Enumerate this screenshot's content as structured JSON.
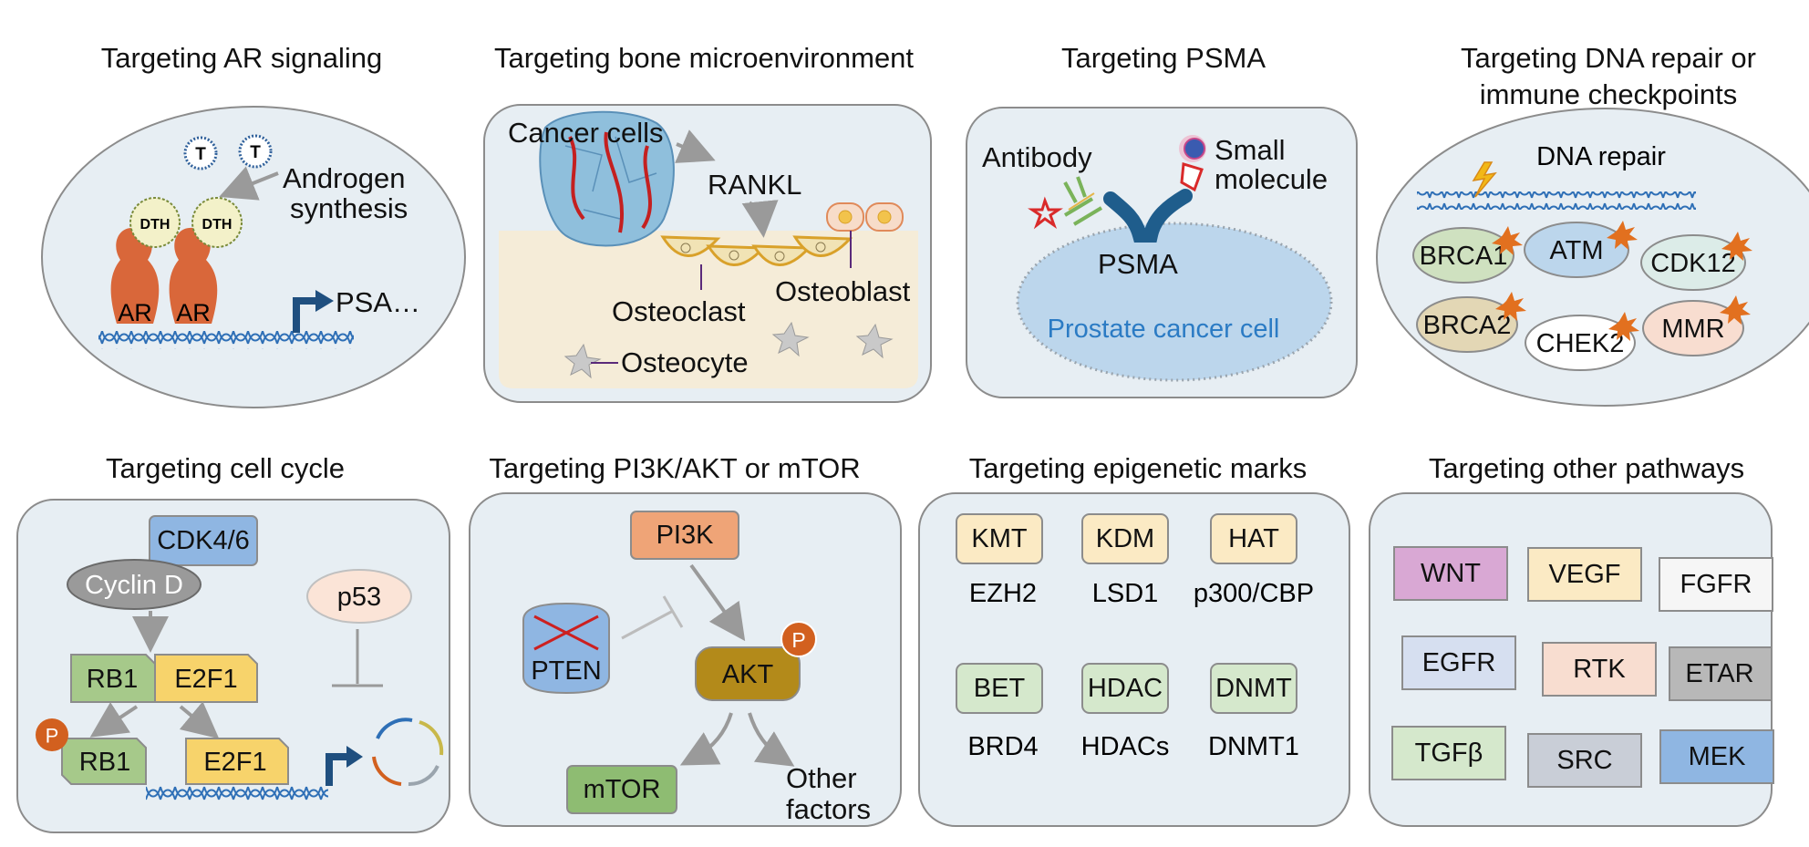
{
  "panels": {
    "ar": {
      "title": "Targeting AR signaling",
      "hormone": "T",
      "dth": "DTH",
      "androgen_line1": "Androgen",
      "androgen_line2": "synthesis",
      "receptor": "AR",
      "gene": "PSA…"
    },
    "bone": {
      "title": "Targeting bone microenvironment",
      "cancer_cells": "Cancer cells",
      "rankl": "RANKL",
      "osteoclast": "Osteoclast",
      "osteoblast": "Osteoblast",
      "osteocyte": "Osteocyte"
    },
    "psma": {
      "title": "Targeting PSMA",
      "antibody": "Antibody",
      "small_line1": "Small",
      "small_line2": "molecule",
      "psma": "PSMA",
      "cell": "Prostate cancer cell"
    },
    "dna": {
      "title_line1": "Targeting DNA repair or",
      "title_line2": "immune checkpoints",
      "subtitle": "DNA repair",
      "genes": [
        "BRCA1",
        "ATM",
        "CDK12",
        "BRCA2",
        "CHEK2",
        "MMR"
      ]
    },
    "cellcycle": {
      "title": "Targeting cell cycle",
      "cdk": "CDK4/6",
      "cyclin": "Cyclin D",
      "p53": "p53",
      "rb1": "RB1",
      "e2f1": "E2F1",
      "phospho": "P"
    },
    "pi3k": {
      "title": "Targeting PI3K/AKT or mTOR",
      "pi3k": "PI3K",
      "pten": "PTEN",
      "akt": "AKT",
      "phospho": "P",
      "mtor": "mTOR",
      "other_line1": "Other",
      "other_line2": "factors"
    },
    "epi": {
      "title": "Targeting epigenetic marks",
      "items": [
        {
          "box": "KMT",
          "label": "EZH2"
        },
        {
          "box": "KDM",
          "label": "LSD1"
        },
        {
          "box": "HAT",
          "label": "p300/CBP"
        },
        {
          "box": "BET",
          "label": "BRD4"
        },
        {
          "box": "HDAC",
          "label": "HDACs"
        },
        {
          "box": "DNMT",
          "label": "DNMT1"
        }
      ]
    },
    "other": {
      "title": "Targeting other pathways",
      "items": [
        "WNT",
        "VEGF",
        "FGFR",
        "EGFR",
        "RTK",
        "ETAR",
        "TGFβ",
        "SRC",
        "MEK"
      ]
    }
  },
  "colors": {
    "panel_fill": "#e7eef3",
    "panel_stroke": "#8c8c8c",
    "ar_protein": "#d9673a",
    "dna_helix": "#2e6fb6",
    "arrow": "#9a9a9a",
    "psma_blue": "#1f5d8c",
    "cell_text": "#2b7bc4"
  }
}
